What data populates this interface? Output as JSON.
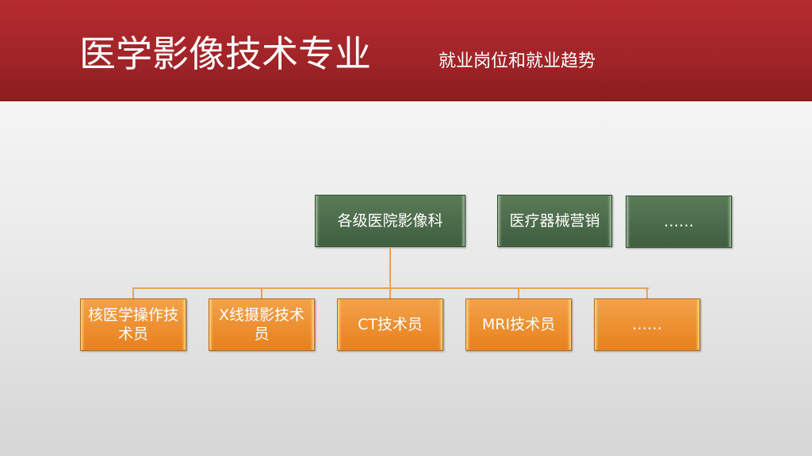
{
  "header": {
    "title": "医学影像技术专业",
    "subtitle": "就业岗位和就业趋势"
  },
  "top_boxes": [
    {
      "label": "各级医院影像科"
    },
    {
      "label": "医疗器械营销"
    },
    {
      "label": "……"
    }
  ],
  "sub_boxes": [
    {
      "label": "核医学操作技术员"
    },
    {
      "label": "X线摄影技术员"
    },
    {
      "label": "CT技术员"
    },
    {
      "label": "MRI技术员"
    },
    {
      "label": "……"
    }
  ],
  "colors": {
    "header": "#a02428",
    "green": "#4a6a48",
    "orange": "#ec8a2a"
  }
}
